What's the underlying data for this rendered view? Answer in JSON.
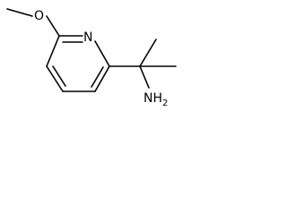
{
  "molecule": {
    "atoms": {
      "oxygen": "O",
      "nitrogen": "N",
      "amine": "NH",
      "amine_subscript": "2"
    }
  },
  "colors": {
    "bond": "#000000",
    "background": "#ffffff"
  }
}
